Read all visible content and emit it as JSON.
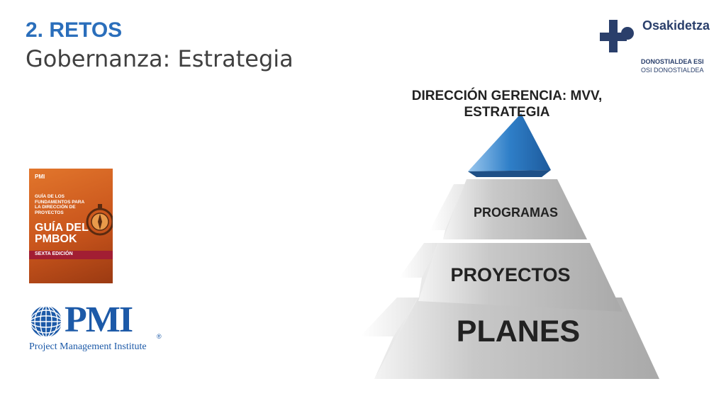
{
  "slide": {
    "section_title": "2. RETOS",
    "subtitle": "Gobernanza: Estrategia"
  },
  "logo": {
    "name": "Osakidetza",
    "line1": "DONOSTIALDEA ESI",
    "line2": "OSI DONOSTIALDEA",
    "color": "#2a3f6b"
  },
  "book": {
    "publisher_mark": "PMI",
    "guide_small": "GUÍA DE LOS FUNDAMENTOS PARA LA DIRECCIÓN DE PROYECTOS",
    "guide_big": "GUÍA DEL PMBOK",
    "edition": "SEXTA EDICIÓN"
  },
  "pmi_logo": {
    "letters": "PMI",
    "caption": "Project Management Institute",
    "reg": "®",
    "color": "#1d5aa8"
  },
  "pyramid": {
    "top_label": "DIRECCIÓN GERENCIA: MVV, ESTRATEGIA",
    "levels": [
      "PROGRAMAS",
      "PROYECTOS",
      "PLANES"
    ],
    "apex_color": "#2f7fc8"
  }
}
